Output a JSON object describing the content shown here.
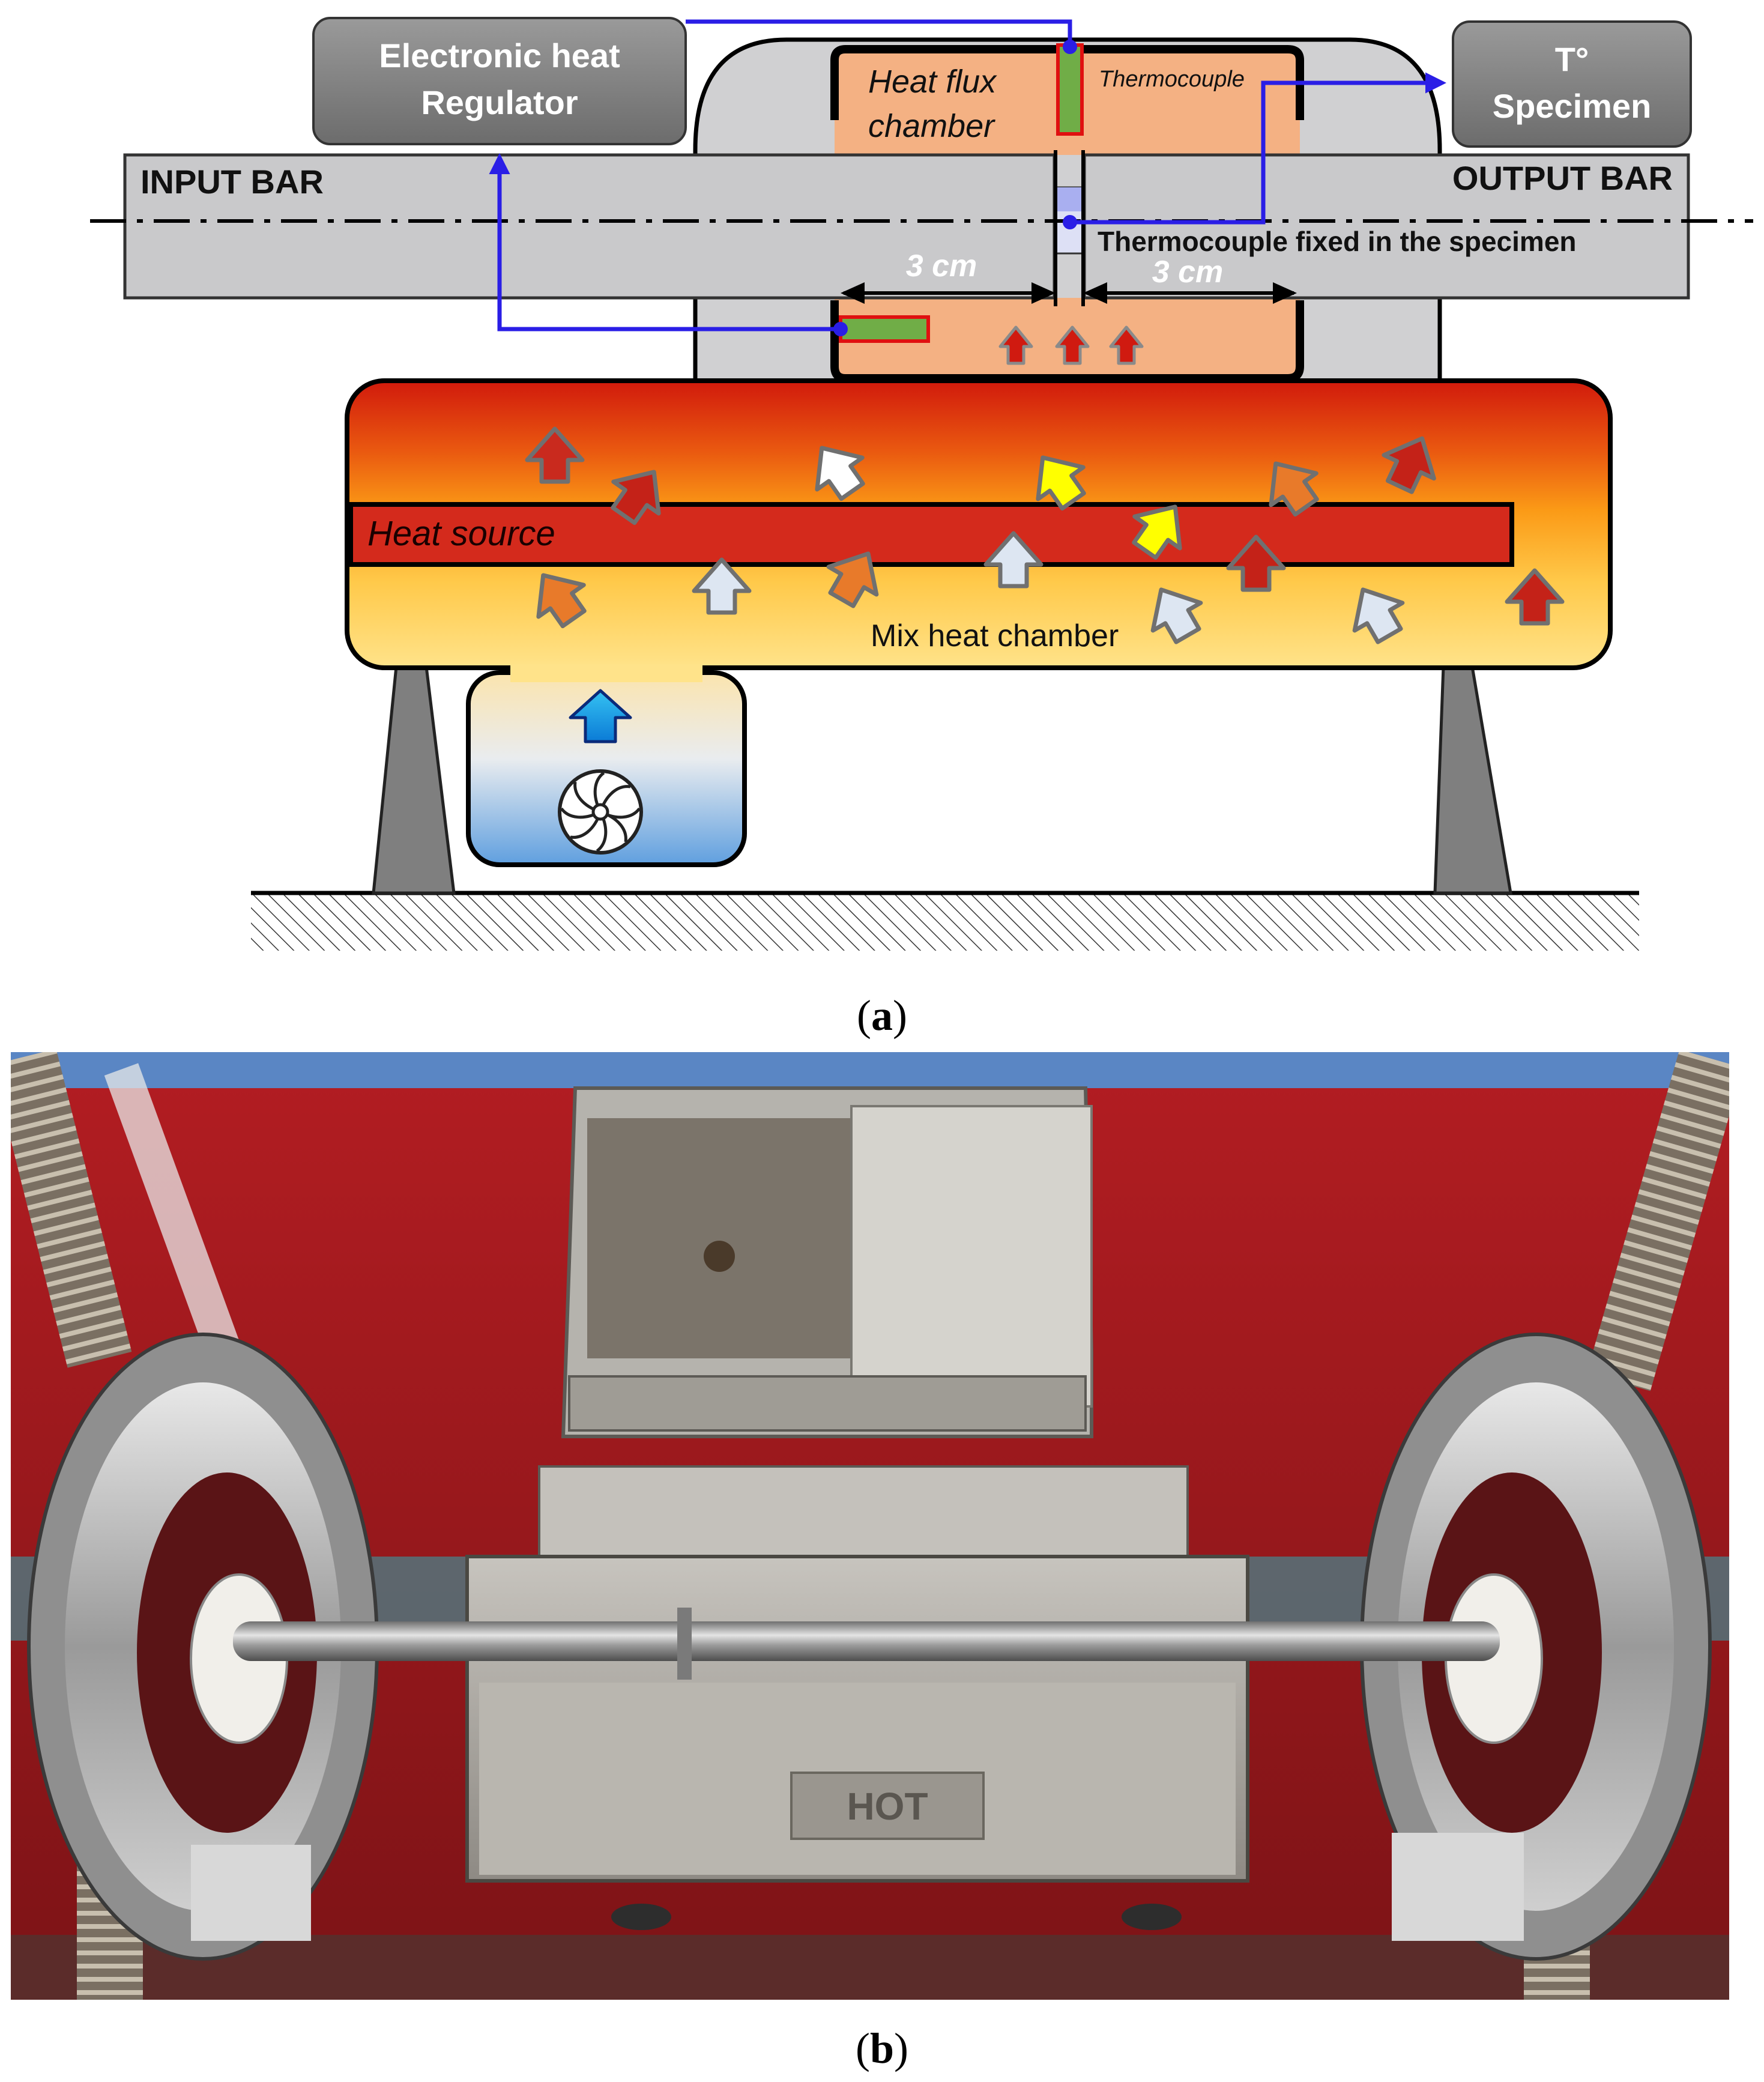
{
  "panel_a": {
    "caption_letter": "a",
    "labels": {
      "regulator_line1": "Electronic heat",
      "regulator_line2": "Regulator",
      "specimen_line1": "T°",
      "specimen_line2": "Specimen",
      "heat_flux_line1": "Heat flux",
      "heat_flux_line2": "chamber",
      "thermocouple": "Thermocouple",
      "input_bar": "INPUT BAR",
      "output_bar": "OUTPUT BAR",
      "thermocouple_specimen": "Thermocouple fixed in the specimen",
      "dist_left": "3 cm",
      "dist_right": "3 cm",
      "heat_source": "Heat source",
      "mix_chamber": "Mix heat chamber"
    },
    "colors": {
      "box_gray": "#808080",
      "bar_gray": "#c9c9cb",
      "chamber_orange": "#f4b183",
      "wire_blue": "#2a1ee6",
      "heat_source_red": "#d42a1c",
      "thermo_green": "#70ad47",
      "thermo_outline": "#e01010"
    }
  },
  "panel_b": {
    "caption_letter": "b",
    "plate_text": "HOT"
  }
}
